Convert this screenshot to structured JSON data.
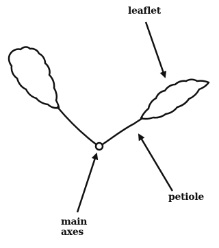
{
  "diagram": {
    "labels": {
      "leaflet": "leaflet",
      "petiole": "petiole",
      "main_axis_line1": "main",
      "main_axis_line2": "axes"
    },
    "colors": {
      "ink": "#111111",
      "background": "#ffffff"
    }
  }
}
